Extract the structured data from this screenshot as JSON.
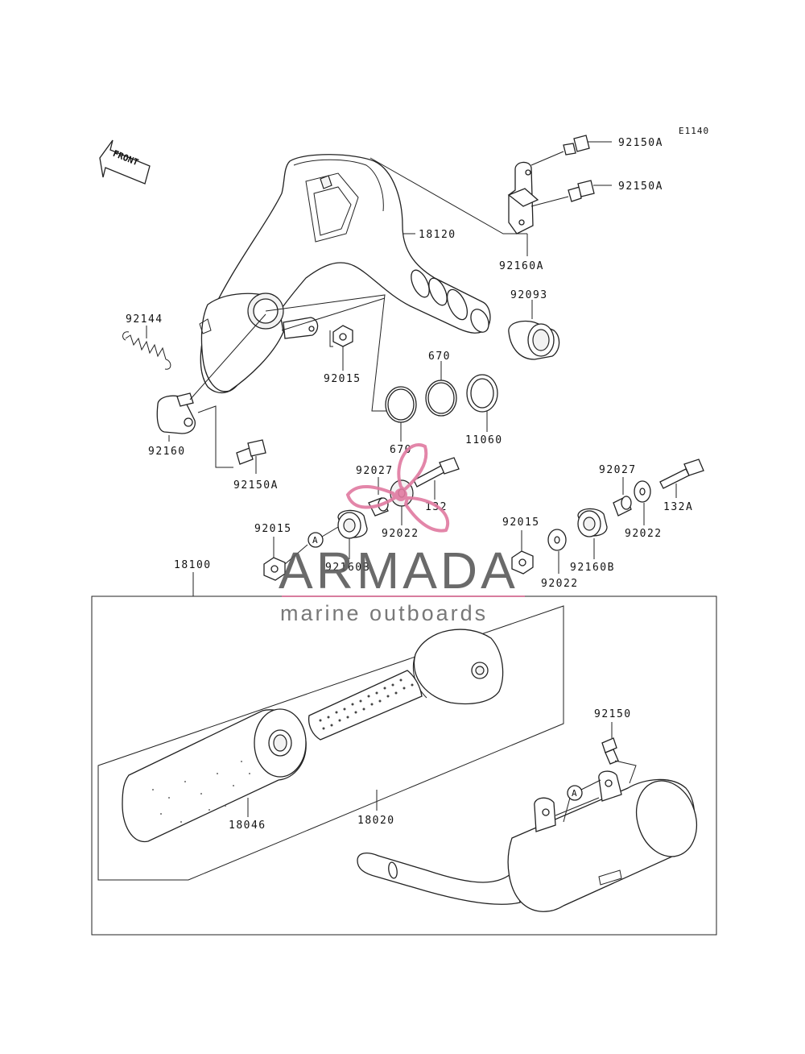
{
  "diagram": {
    "ref_code": "E1140",
    "front_label": "FRONT",
    "labels": {
      "p_92150A_a": "92150A",
      "p_92150A_b": "92150A",
      "p_18120": "18120",
      "p_92160A": "92160A",
      "p_92093": "92093",
      "p_92144": "92144",
      "p_92015_a": "92015",
      "p_670_a": "670",
      "p_670_b": "670",
      "p_11060": "11060",
      "p_92160": "92160",
      "p_92150A_c": "92150A",
      "p_92027_a": "92027",
      "p_132": "132",
      "p_92022_a": "92022",
      "p_92027_b": "92027",
      "p_132A": "132A",
      "p_92022_b": "92022",
      "p_92015_b": "92015",
      "p_92160B_a": "92160B",
      "p_92015_c": "92015",
      "p_92160B_b": "92160B",
      "p_92022_c": "92022",
      "p_18100": "18100",
      "p_92150": "92150",
      "p_18046": "18046",
      "p_18020": "18020"
    },
    "callout_a": "A"
  },
  "watermark": {
    "title": "ARMADA",
    "subtitle": "marine outboards",
    "colors": {
      "pink": "#e07aa0",
      "gray": "#5a5a5a"
    }
  }
}
